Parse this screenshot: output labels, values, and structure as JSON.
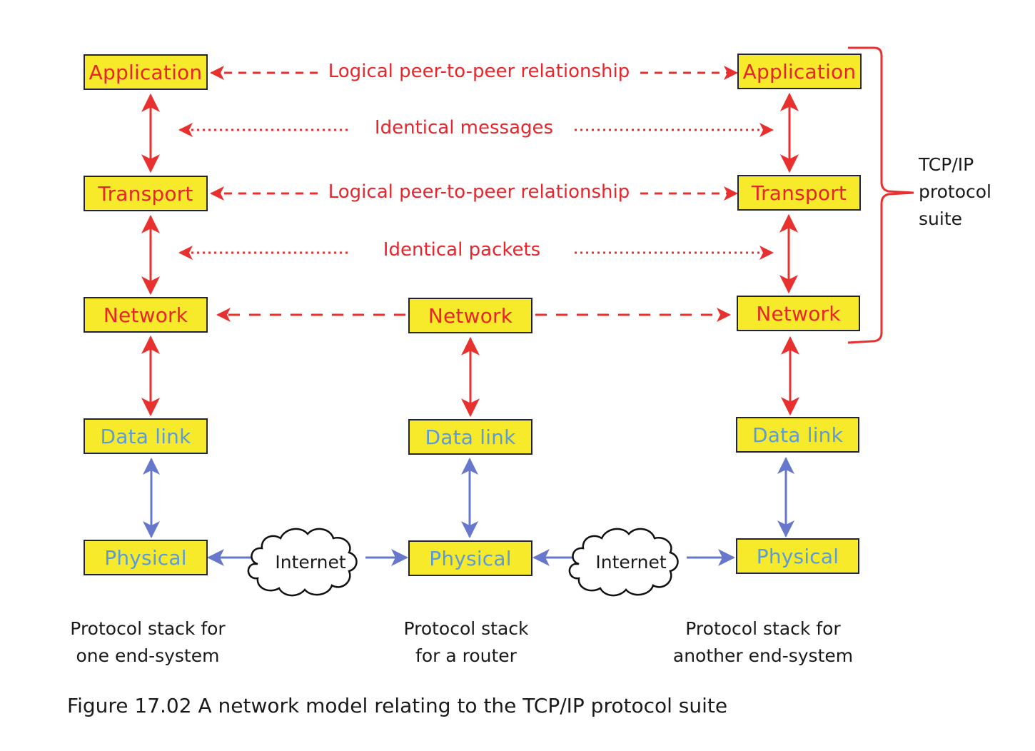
{
  "colors": {
    "box_fill": "#f7ea2a",
    "box_border": "#22243a",
    "upper_layer_text": "#e8252b",
    "lower_layer_text": "#5b9bd9",
    "red_arrow": "#e8252b",
    "blue_arrow": "#6677cc"
  },
  "stacks": {
    "end_system_1": {
      "layers": [
        "Application",
        "Transport",
        "Network",
        "Data link",
        "Physical"
      ],
      "caption": [
        "Protocol stack for",
        "one end-system"
      ]
    },
    "router": {
      "layers": [
        "Network",
        "Data link",
        "Physical"
      ],
      "caption": [
        "Protocol stack",
        "for a router"
      ]
    },
    "end_system_2": {
      "layers": [
        "Application",
        "Transport",
        "Network",
        "Data link",
        "Physical"
      ],
      "caption": [
        "Protocol stack for",
        "another end-system"
      ]
    }
  },
  "relationships": {
    "application_peer": "Logical peer-to-peer relationship",
    "messages": "Identical messages",
    "transport_peer": "Logical peer-to-peer relationship",
    "packets": "Identical packets"
  },
  "internet_clouds": [
    "Internet",
    "Internet"
  ],
  "suite_bracket": {
    "label": [
      "TCP/IP",
      "protocol",
      "suite"
    ],
    "spans": [
      "Application",
      "Transport",
      "Network"
    ]
  },
  "figure_caption": "Figure 17.02 A network model relating to the TCP/IP protocol suite"
}
